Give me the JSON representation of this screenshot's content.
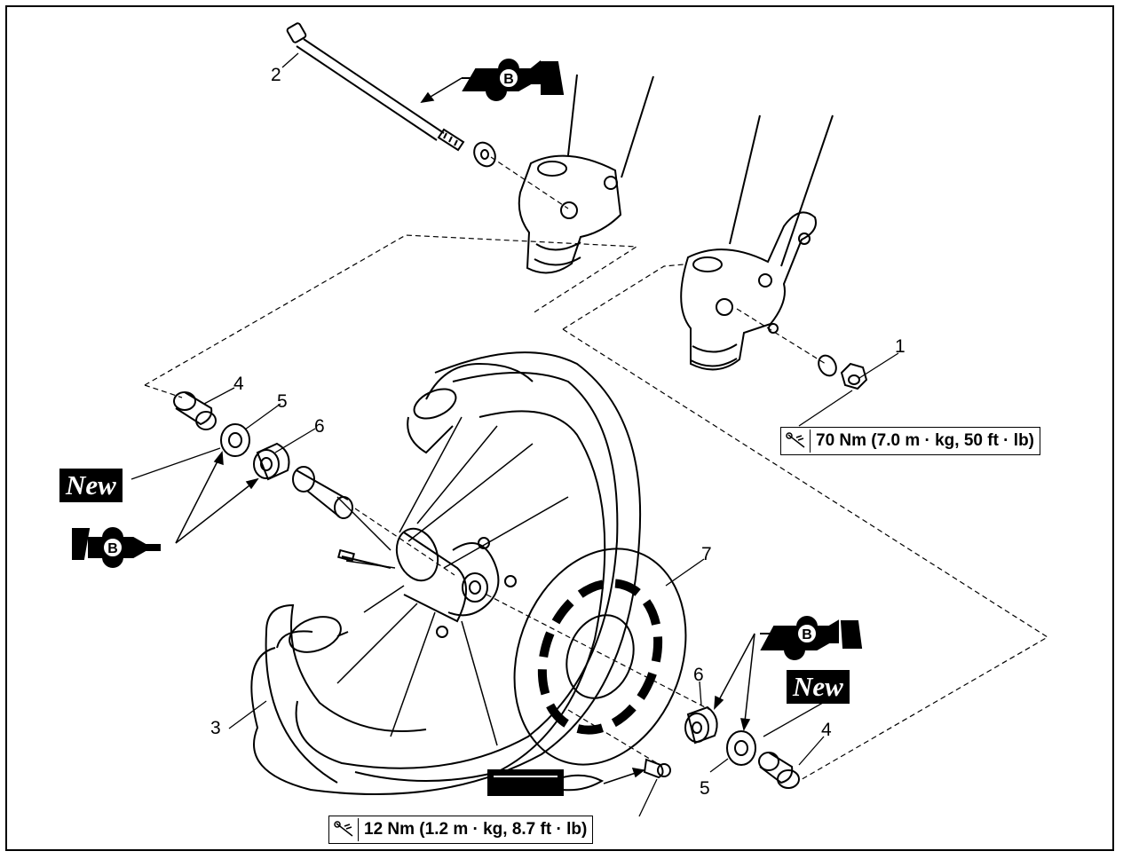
{
  "callouts": {
    "c1": "1",
    "c2": "2",
    "c3": "3",
    "c4_left": "4",
    "c5_left": "5",
    "c6_left": "6",
    "c7": "7",
    "c6_right": "6",
    "c5_right": "5",
    "c4_right": "4"
  },
  "torque_specs": {
    "axle_nut": "70 Nm (7.0 m · kg, 50 ft · lb)",
    "disc_bolt": "12 Nm (1.2 m · kg, 8.7 ft · lb)"
  },
  "badges": {
    "new_left": "New",
    "new_right": "New"
  },
  "grease_symbol_letter": "B",
  "icons": [
    "torque-wrench-icon",
    "lithium-grease-icon",
    "thread-lock-icon"
  ]
}
